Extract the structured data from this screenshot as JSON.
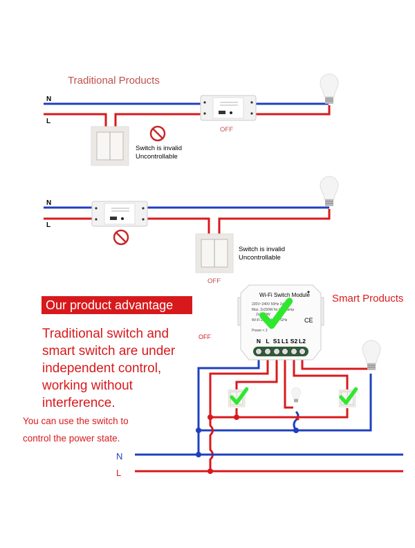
{
  "colors": {
    "neutral_wire": "#1f3fbf",
    "live_wire": "#d8191c",
    "heading_red": "#c0504d",
    "banner_red": "#d8191c",
    "check_green": "#2ee82e"
  },
  "traditional": {
    "title": "Traditional Products",
    "n_label": "N",
    "l_label": "L",
    "invalid_line1": "Switch is invalid",
    "invalid_line2": "Uncontrollable",
    "off_label": "OFF"
  },
  "advantage": {
    "banner": "Our product advantage",
    "lines": [
      "Traditional switch and",
      "smart switch are under",
      "independent control,",
      "working without",
      "interference."
    ],
    "small_lines": [
      "You can use the switch to",
      "control the power state."
    ],
    "off_label": "OFF"
  },
  "smart": {
    "title": "Smart Products",
    "module_title": "Wi-Fi Switch Module",
    "spec_lines": [
      "220V~240V  50Hz  2x5A",
      "Max. 2x150W for LED lamp",
      "2x1150W",
      "Wi-Fi 2.4 GHz-2.4 GHz",
      "Power < 2"
    ],
    "terminals": [
      "N",
      "L",
      "S1",
      "L1",
      "S2",
      "L2"
    ],
    "n_label": "N",
    "l_label": "L"
  }
}
